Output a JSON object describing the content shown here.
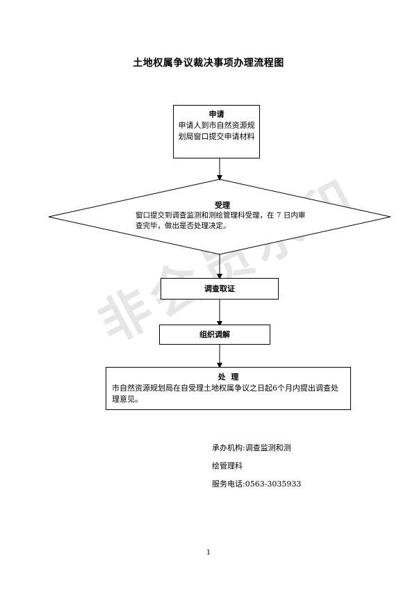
{
  "title": "土地权属争议裁决事项办理流程图",
  "steps": {
    "apply": {
      "head": "申请",
      "body": "申请人到市自然资源规划局窗口提交申请材料"
    },
    "accept": {
      "head": "受理",
      "body": "窗口提交到调查监测和测绘管理科受理，在 7 日内审查完毕，做出是否处理决定。"
    },
    "investigate": {
      "head": "调查取证"
    },
    "mediate": {
      "head": "组织调解"
    },
    "handle": {
      "head": "处  理",
      "body": "市自然资源规划局在自受理土地权属争议之日起6个月内提出调查处理意见。"
    }
  },
  "contact": {
    "org_line1": "承办机构:调查监测和测",
    "org_line2": "绘管理科",
    "phone": "服务电话:0563-3035933"
  },
  "page_number": "1",
  "watermark": "非会员水印"
}
